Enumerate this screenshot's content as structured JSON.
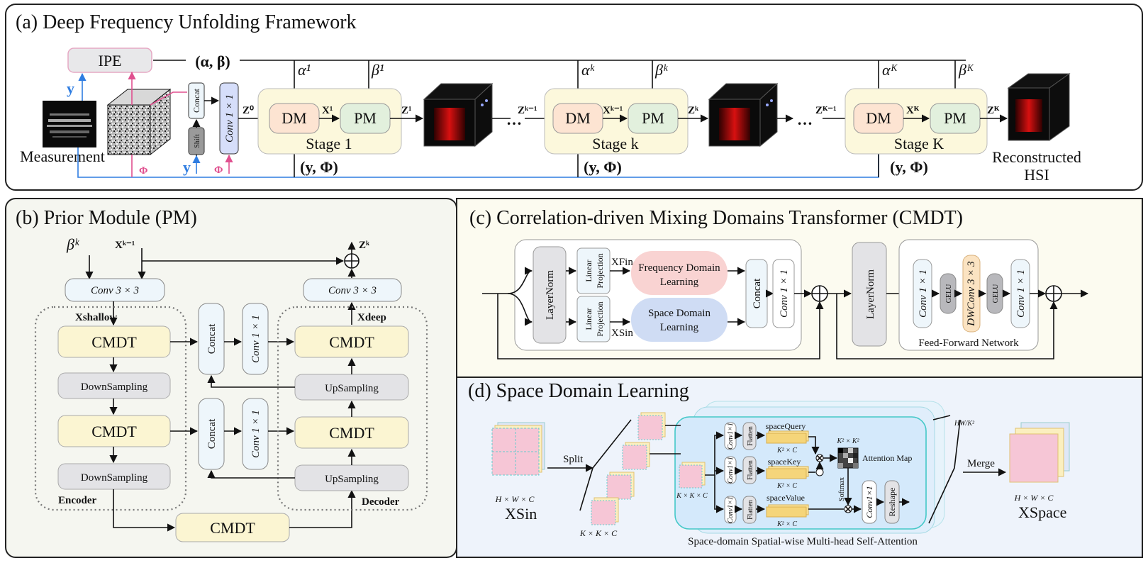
{
  "panel_a": {
    "title": "(a) Deep Frequency Unfolding Framework",
    "ipe": "IPE",
    "alpha_beta": "(α, β)",
    "measurement": "Measurement",
    "y": "y",
    "phi": "Φ",
    "concat": "Concat",
    "shift": "Shift",
    "conv1x1": "Conv 1 × 1",
    "z0": "Z⁰",
    "dm": "DM",
    "pm": "PM",
    "dots": "…",
    "stages": [
      {
        "alpha": "α¹",
        "beta": "β¹",
        "x": "X¹",
        "z_in": "Z⁰",
        "z_out": "Z¹",
        "stage": "Stage 1",
        "yphi": "(y, Φ)"
      },
      {
        "alpha": "αᵏ",
        "beta": "βᵏ",
        "x": "Xᵏ⁻¹",
        "z_in": "Zᵏ⁻¹",
        "z_out": "Zᵏ",
        "stage": "Stage k",
        "yphi": "(y, Φ)"
      },
      {
        "alpha": "αᴷ",
        "beta": "βᴷ",
        "x": "Xᴷ",
        "z_in": "Zᴷ⁻¹",
        "z_out": "Zᴷ",
        "stage": "Stage K",
        "yphi": "(y, Φ)"
      }
    ],
    "reconstructed_1": "Reconstructed",
    "reconstructed_2": "HSI"
  },
  "panel_b": {
    "title": "(b) Prior Module (PM)",
    "beta": "βᵏ",
    "x_in": "Xᵏ⁻¹",
    "z_out": "Zᵏ",
    "conv3": "Conv 3 × 3",
    "x_shallow": "Xshallow",
    "x_deep": "Xdeep",
    "cmdt": "CMDT",
    "downsampling": "DownSampling",
    "upsampling": "UpSampling",
    "concat": "Concat",
    "conv1": "Conv 1 × 1",
    "encoder": "Encoder",
    "decoder": "Decoder"
  },
  "panel_c": {
    "title": "(c) Correlation-driven Mixing Domains Transformer (CMDT)",
    "layernorm": "LayerNorm",
    "linear": "Linear",
    "projection": "Projection",
    "x_f": "XFin",
    "x_s": "XSin",
    "freq_1": "Frequency Domain",
    "freq_2": "Learning",
    "space_1": "Space Domain",
    "space_2": "Learning",
    "concat": "Concat",
    "conv1": "Conv 1 × 1",
    "gelu": "GELU",
    "dwconv": "DWConv 3 × 3",
    "ffn": "Feed-Forward Network"
  },
  "panel_d": {
    "title": "(d) Space Domain Learning",
    "hwc": "H × W × C",
    "x_in": "XSin",
    "split": "Split",
    "kkc": "K × K × C",
    "conv1": "Conv1×1",
    "flatten": "Flatten",
    "space_query": "spaceQuery",
    "space_key": "spaceKey",
    "space_value": "spaceValue",
    "k2c": "K² × C",
    "k2k2": "K² × K²",
    "attention_map": "Attention Map",
    "softmax": "Softmax",
    "reshape": "Reshape",
    "hw_k2": "HW/K²",
    "merge": "Merge",
    "x_space": "XSpace",
    "caption": "Space-domain Spatial-wise Multi-head Self-Attention"
  },
  "colors": {
    "stage_bg": "#fcf8dc",
    "dm": "#fde4d2",
    "pm": "#e2f0dd",
    "cmdt": "#fbf5d2",
    "gray_box": "#e3e3e6",
    "conv_box": "#eef6fb",
    "freq": "#f9d3d2",
    "space": "#cfdcf4",
    "panel_c_bg": "#fcfbf0",
    "panel_d_bg": "#eef3fb",
    "blue": "#2f7de1",
    "pink": "#e0508f"
  }
}
